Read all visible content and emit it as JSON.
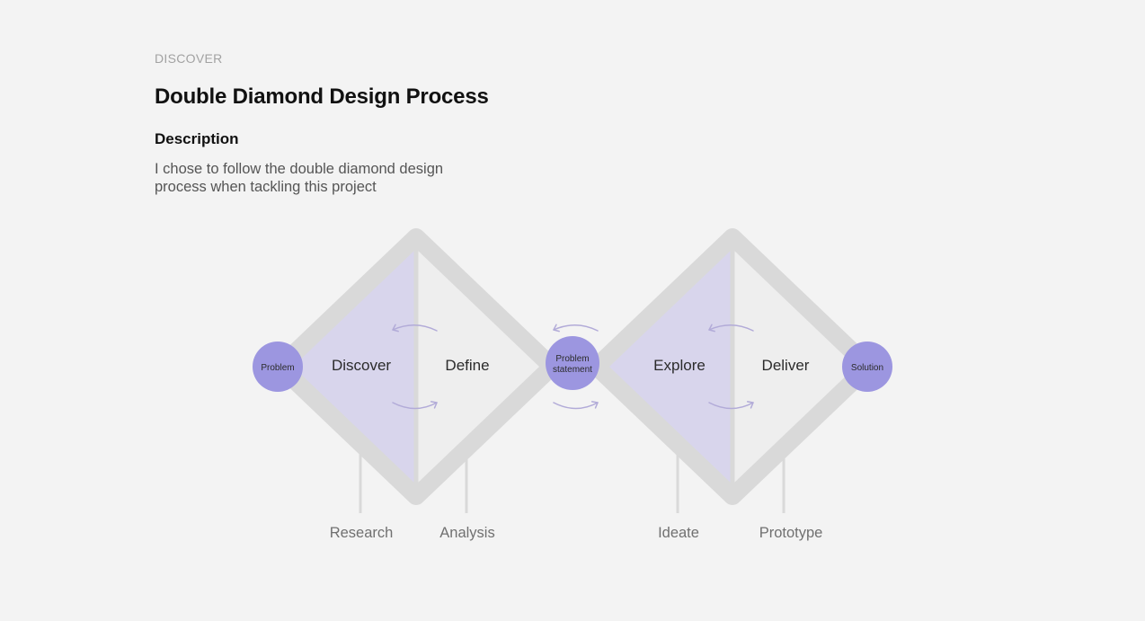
{
  "header": {
    "eyebrow": "DISCOVER",
    "title": "Double Diamond Design Process",
    "description_heading": "Description",
    "description_body": "I chose to follow the double diamond design process when tackling this project"
  },
  "diagram": {
    "stages": [
      "Discover",
      "Define",
      "Explore",
      "Deliver"
    ],
    "nodes": {
      "start": "Problem",
      "middle_line1": "Problem",
      "middle_line2": "statement",
      "end": "Solution"
    },
    "activities": [
      "Research",
      "Analysis",
      "Ideate",
      "Prototype"
    ],
    "colors": {
      "diamond_frame": "#d9d9d9",
      "diverge_fill": "#d8d5ec",
      "converge_fill": "#eeeeee",
      "node_fill": "#9c96e0",
      "arrow": "#b2abd8",
      "background": "#f3f3f3"
    }
  }
}
